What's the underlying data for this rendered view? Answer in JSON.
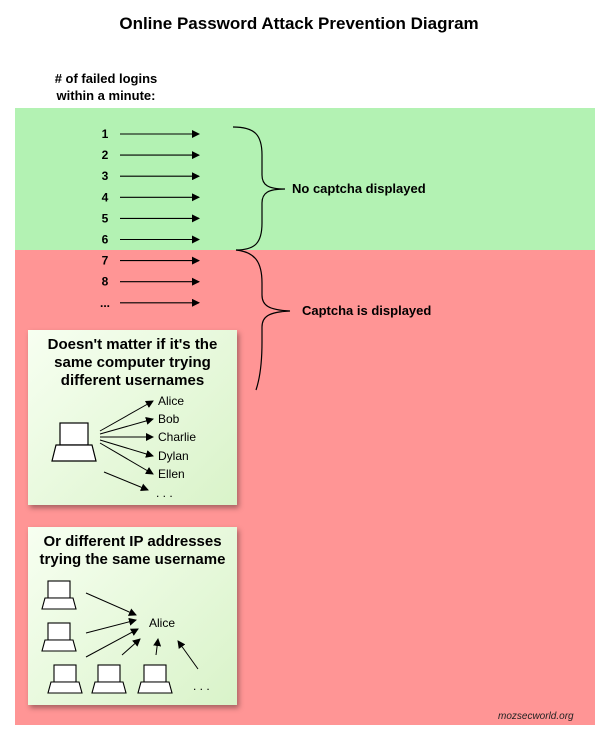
{
  "title": "Online Password Attack Prevention Diagram",
  "y_label": "# of failed logins\nwithin a minute:",
  "counts": [
    "1",
    "2",
    "3",
    "4",
    "5",
    "6",
    "7",
    "8",
    "..."
  ],
  "zones": {
    "green": {
      "label": "No captcha displayed",
      "color": "#b3f2b3"
    },
    "red": {
      "label": "Captcha is displayed",
      "color": "#ff9595"
    }
  },
  "card1": {
    "title": "Doesn't matter if it's the same computer trying different usernames",
    "usernames": [
      "Alice",
      "Bob",
      "Charlie",
      "Dylan",
      "Ellen"
    ],
    "more": ". . ."
  },
  "card2": {
    "title": "Or different IP addresses trying the same username",
    "username": "Alice",
    "more": ". . ."
  },
  "watermark": "mozsecworld.org",
  "icons": [
    "laptop-icon",
    "arrow-icon",
    "brace-icon"
  ]
}
